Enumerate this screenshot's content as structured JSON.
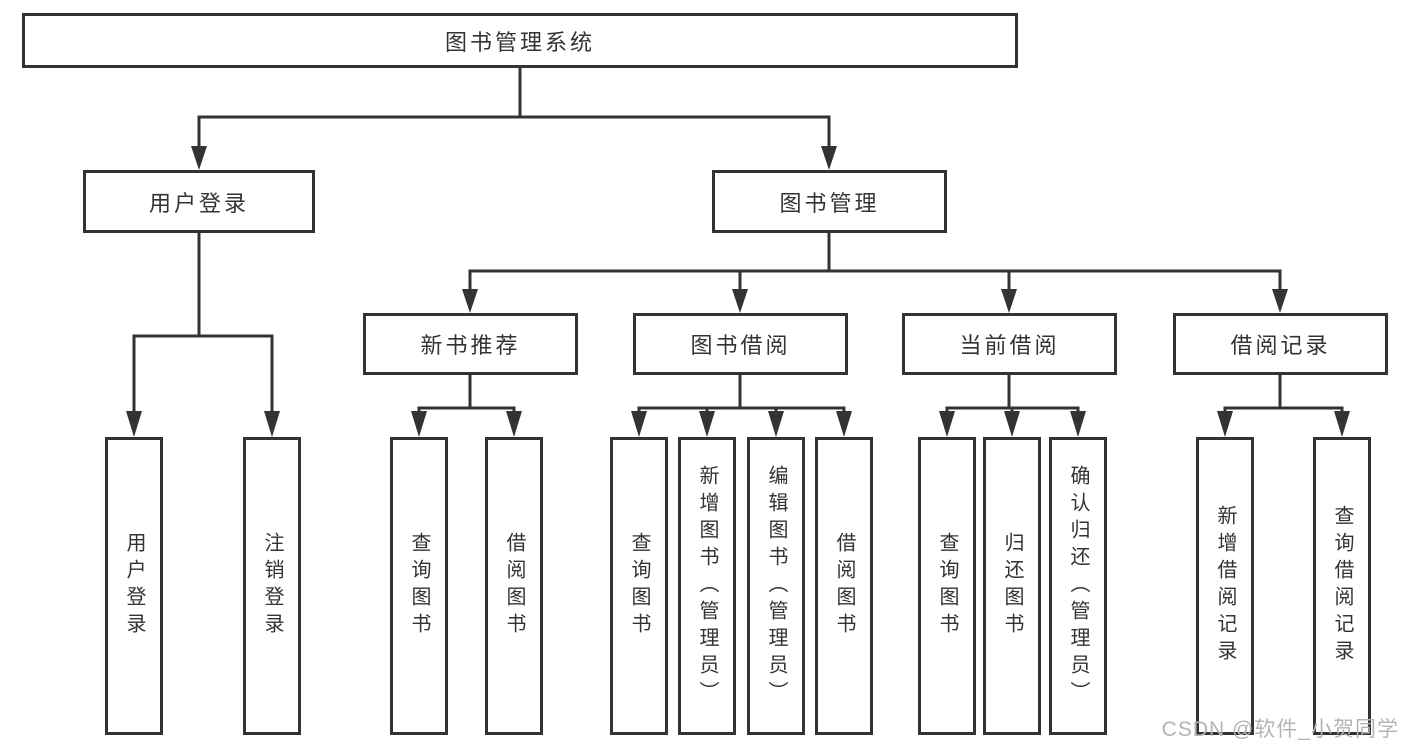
{
  "diagram": {
    "root": "图书管理系统",
    "level2": [
      {
        "label": "用户登录"
      },
      {
        "label": "图书管理"
      }
    ],
    "level3": [
      {
        "label": "新书推荐"
      },
      {
        "label": "图书借阅"
      },
      {
        "label": "当前借阅"
      },
      {
        "label": "借阅记录"
      }
    ],
    "leaves": {
      "user": [
        "用户登录",
        "注销登录"
      ],
      "recommend": [
        "查询图书",
        "借阅图书"
      ],
      "borrow": [
        "查询图书",
        "新增图书（管理员）",
        "编辑图书（管理员）",
        "借阅图书"
      ],
      "current": [
        "查询图书",
        "归还图书",
        "确认归还（管理员）"
      ],
      "records": [
        "新增借阅记录",
        "查询借阅记录"
      ]
    }
  },
  "watermark": "CSDN @软件_小贺同学",
  "colors": {
    "line": "#333333",
    "text": "#333333",
    "box_bg": "#ffffff",
    "background": "#ffffff",
    "watermark": "#b4b4b4"
  }
}
